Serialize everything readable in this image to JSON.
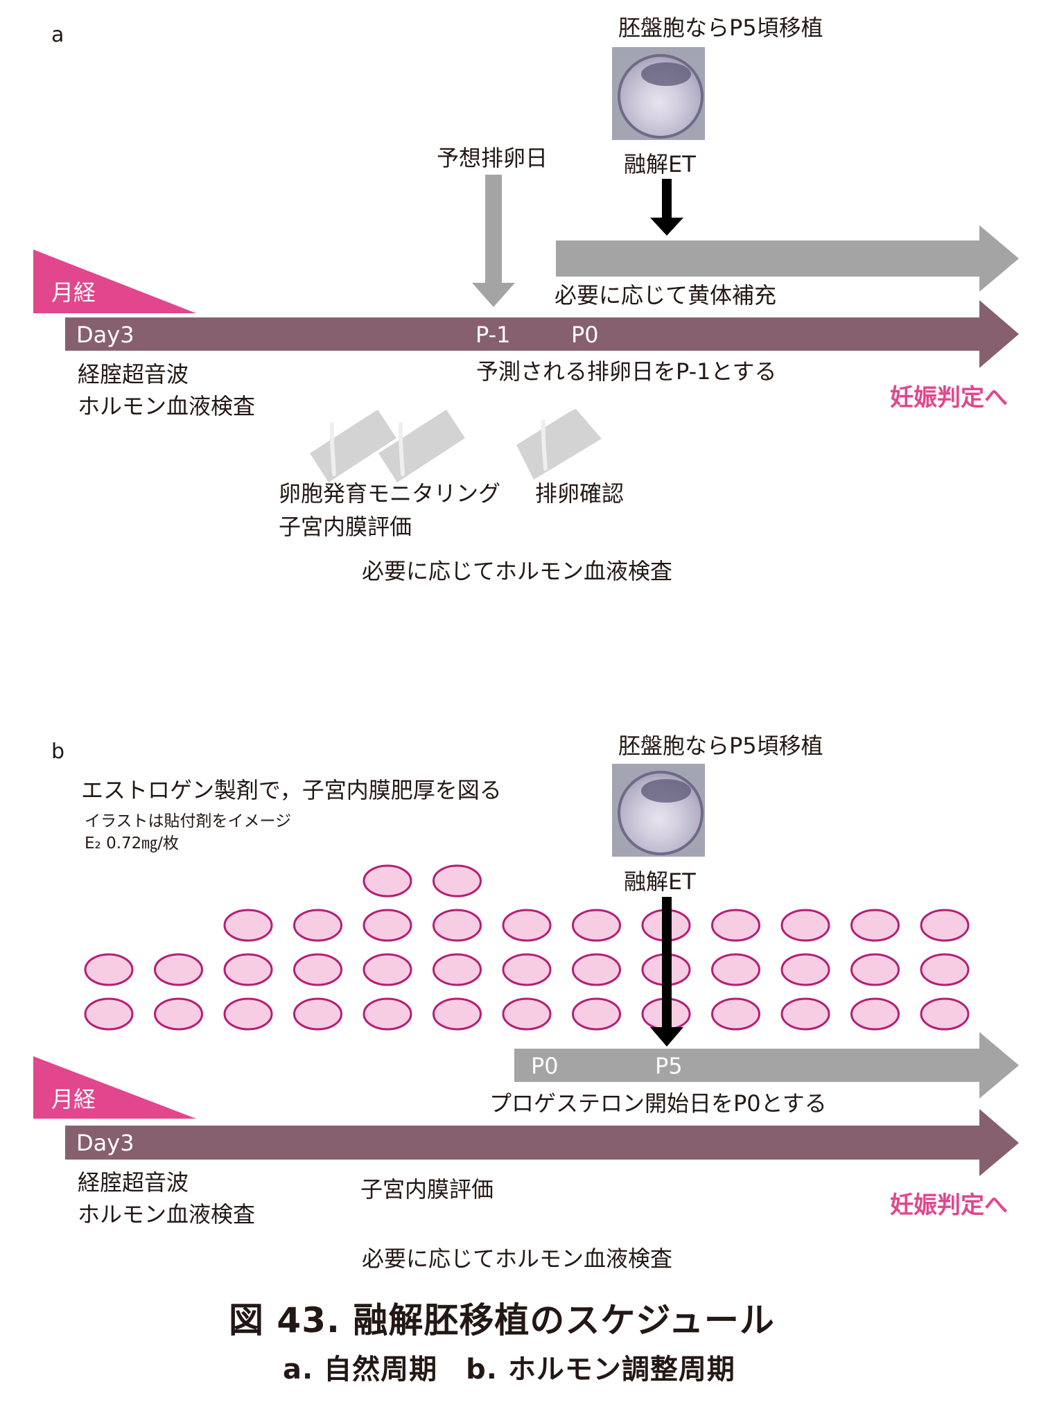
{
  "colors": {
    "timeline": "#86606f",
    "gray_arrow": "#a3a4a3",
    "menses": "#e2468d",
    "patch_fill": "#f7cde3",
    "patch_stroke": "#b51e76",
    "black_arrow": "#000000",
    "pink_text": "#e2468d"
  },
  "icons": {
    "embryo": "blastocyst-photo-icon",
    "probe": "ultrasound-probe-icon",
    "patch": "estrogen-patch-icon"
  },
  "panel_a": {
    "letter": "a",
    "blastocyst_note": "胚盤胞ならP5頃移植",
    "thaw_et": "融解ET",
    "expected_ovulation": "予想排卵日",
    "luteal_support": "必要に応じて黄体補充",
    "menses": "月経",
    "day3": "Day3",
    "p_minus1": "P-1",
    "p0": "P0",
    "p_minus1_note": "予測される排卵日をP-1とする",
    "ultrasound": "経腟超音波",
    "hormone_test": "ホルモン血液検査",
    "pregnancy": "妊娠判定へ",
    "follicle_monitoring": "卵胞発育モニタリング",
    "endometrium_eval": "子宮内膜評価",
    "ovulation_confirm": "排卵確認",
    "hormone_as_needed": "必要に応じてホルモン血液検査"
  },
  "panel_b": {
    "letter": "b",
    "blastocyst_note": "胚盤胞ならP5頃移植",
    "thaw_et": "融解ET",
    "estrogen_note": "エストロゲン製剤で，子宮内膜肥厚を図る",
    "illustration_note": "イラストは貼付剤をイメージ",
    "dose": "E₂ 0.72㎎/枚",
    "p0": "P0",
    "p5": "P5",
    "progesterone_note": "プロゲステロン開始日をP0とする",
    "menses": "月経",
    "day3": "Day3",
    "ultrasound": "経腟超音波",
    "hormone_test": "ホルモン血液検査",
    "endometrium_eval": "子宮内膜評価",
    "pregnancy": "妊娠判定へ",
    "hormone_as_needed": "必要に応じてホルモン血液検査",
    "patch_counts": [
      2,
      2,
      3,
      3,
      4,
      4,
      3,
      3,
      3,
      3,
      3,
      3,
      3
    ]
  },
  "caption": {
    "title": "図 43.  融解胚移植のスケジュール",
    "subtitle": "a.  自然周期　b.  ホルモン調整周期"
  }
}
